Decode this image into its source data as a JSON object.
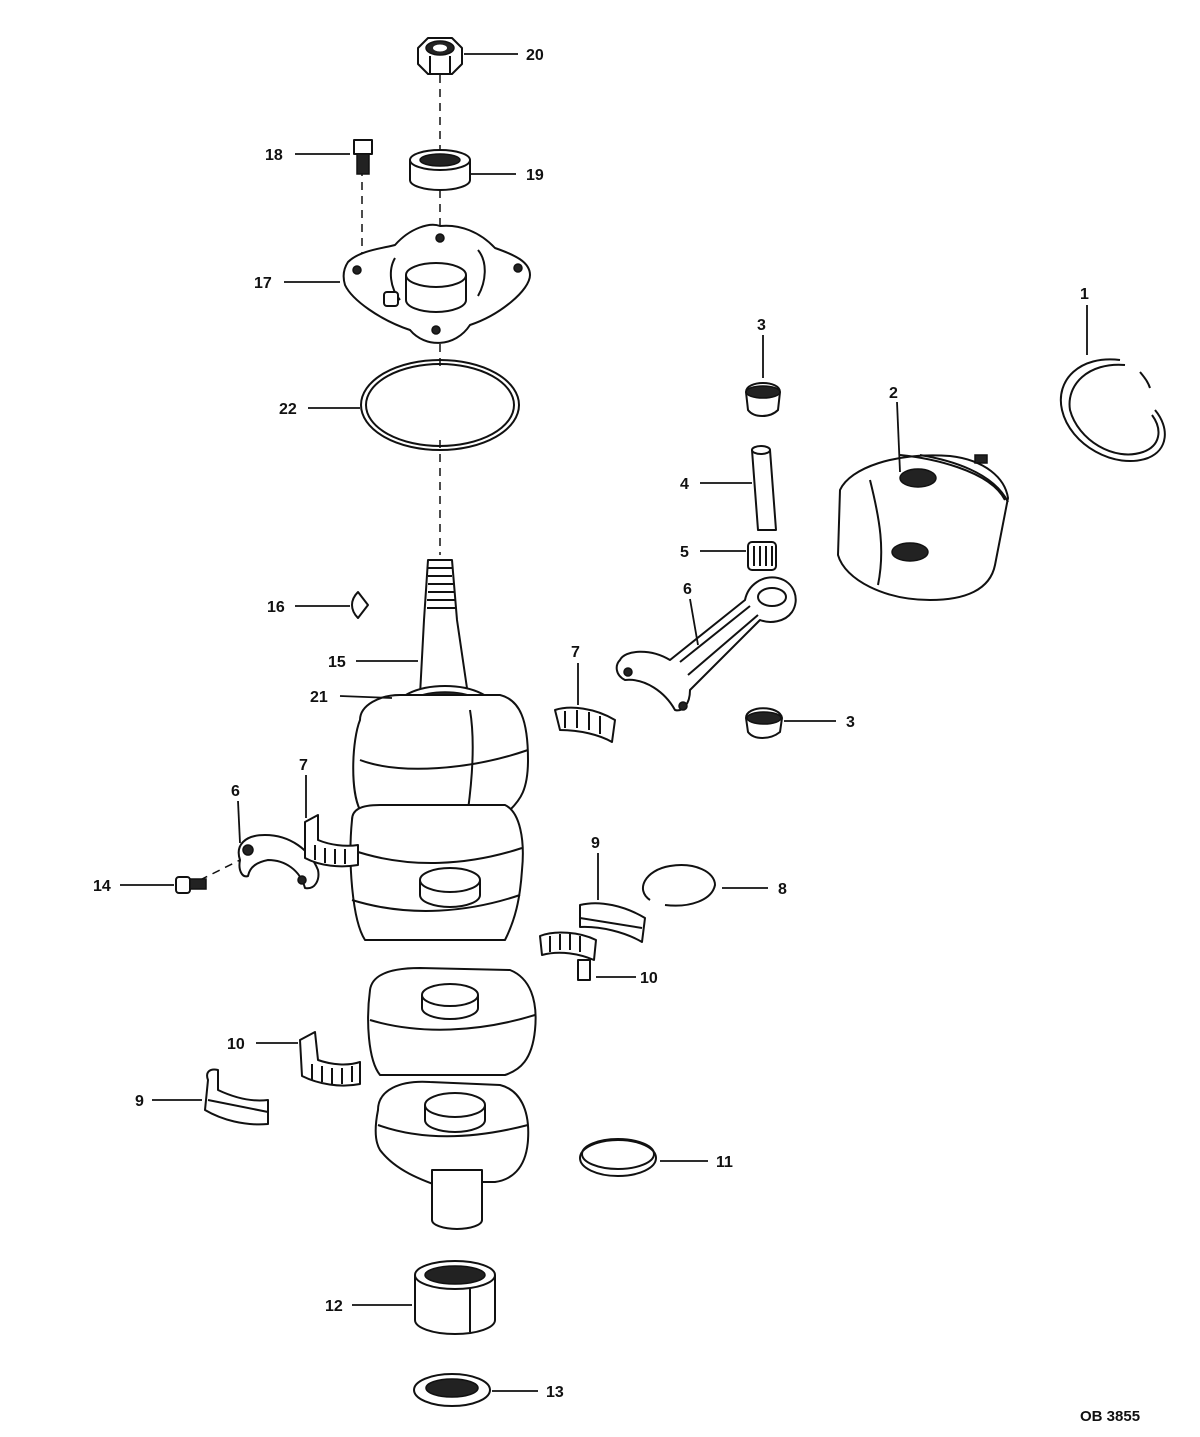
{
  "diagram": {
    "code": "OB 3855",
    "callouts": [
      {
        "id": "c1",
        "text": "1"
      },
      {
        "id": "c2",
        "text": "2"
      },
      {
        "id": "c3a",
        "text": "3"
      },
      {
        "id": "c3b",
        "text": "3"
      },
      {
        "id": "c4",
        "text": "4"
      },
      {
        "id": "c5",
        "text": "5"
      },
      {
        "id": "c6a",
        "text": "6"
      },
      {
        "id": "c6b",
        "text": "6"
      },
      {
        "id": "c7a",
        "text": "7"
      },
      {
        "id": "c7b",
        "text": "7"
      },
      {
        "id": "c8",
        "text": "8"
      },
      {
        "id": "c9a",
        "text": "9"
      },
      {
        "id": "c9b",
        "text": "9"
      },
      {
        "id": "c10a",
        "text": "10"
      },
      {
        "id": "c10b",
        "text": "10"
      },
      {
        "id": "c11",
        "text": "11"
      },
      {
        "id": "c12",
        "text": "12"
      },
      {
        "id": "c13",
        "text": "13"
      },
      {
        "id": "c14",
        "text": "14"
      },
      {
        "id": "c15",
        "text": "15"
      },
      {
        "id": "c16",
        "text": "16"
      },
      {
        "id": "c17",
        "text": "17"
      },
      {
        "id": "c18",
        "text": "18"
      },
      {
        "id": "c19",
        "text": "19"
      },
      {
        "id": "c20",
        "text": "20"
      },
      {
        "id": "c21",
        "text": "21"
      },
      {
        "id": "c22",
        "text": "22"
      }
    ]
  }
}
